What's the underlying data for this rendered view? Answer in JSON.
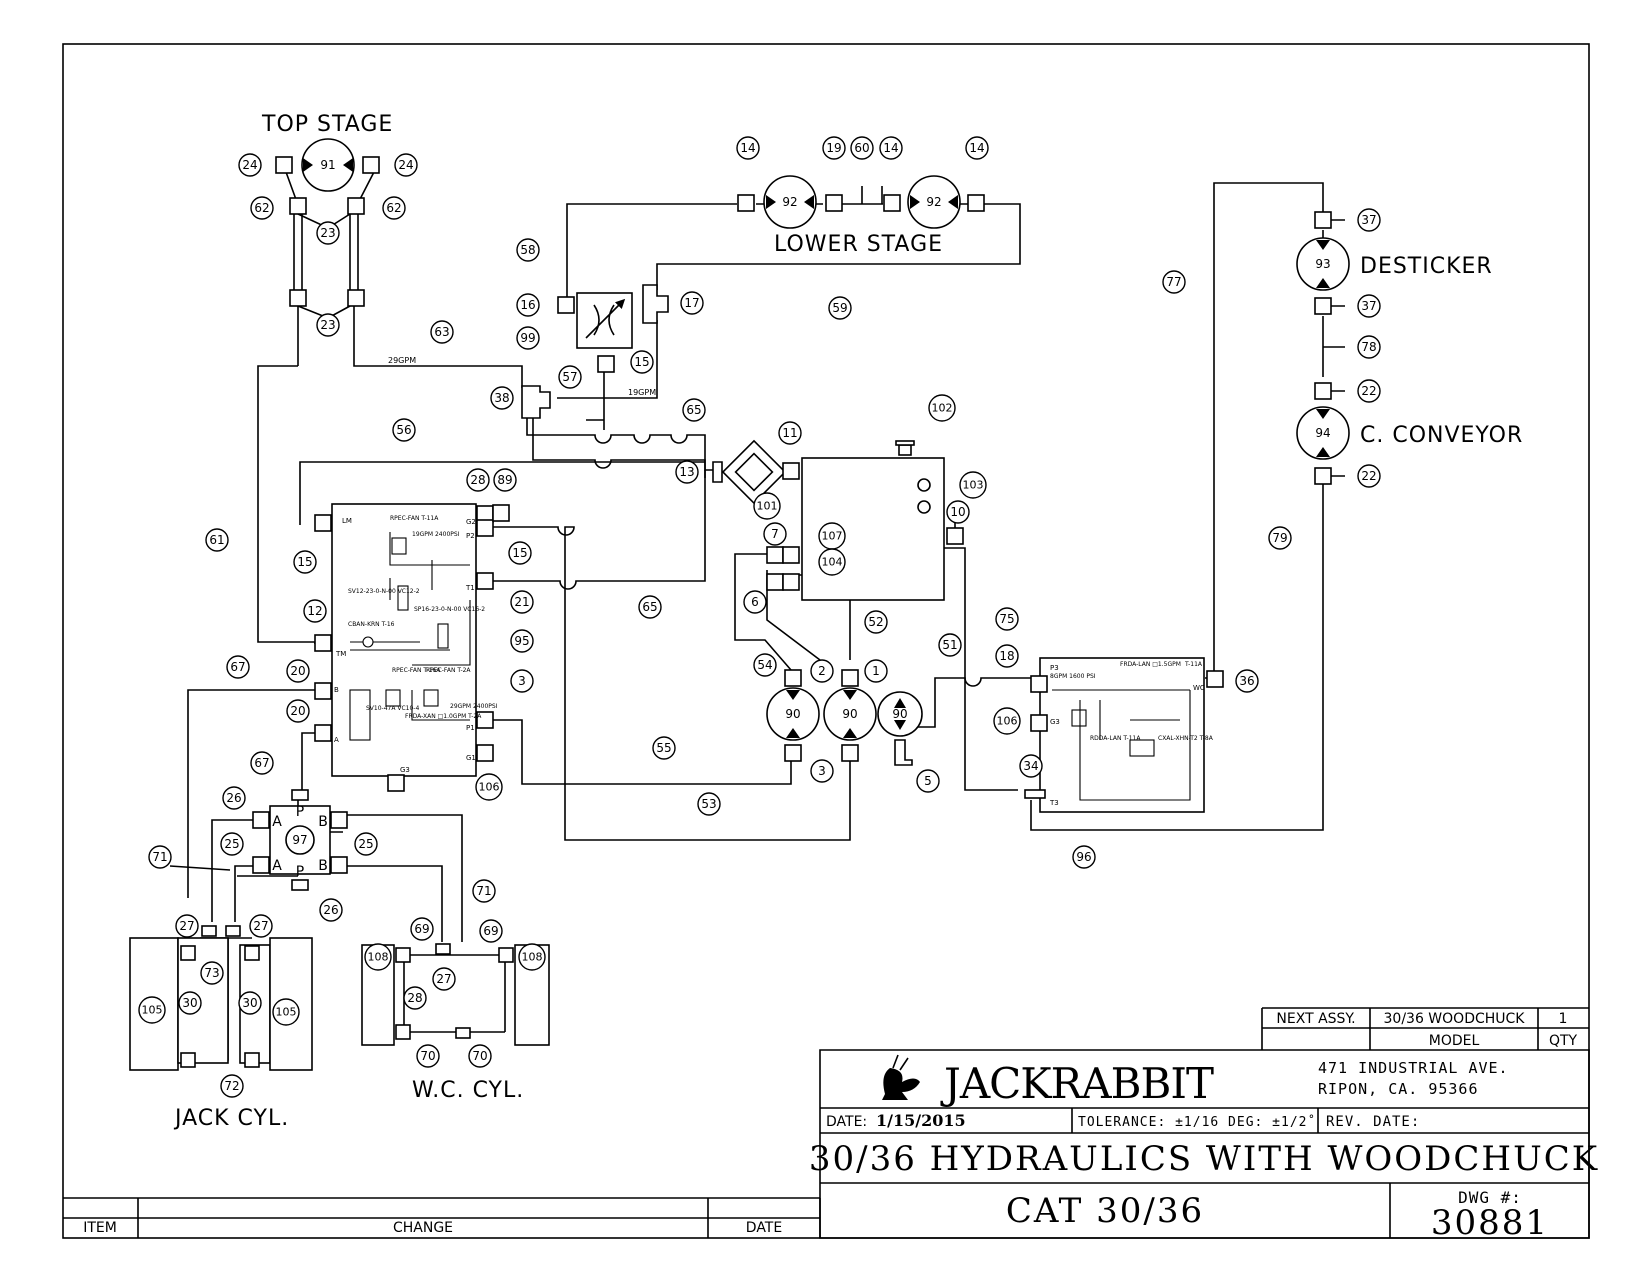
{
  "labels": {
    "top_stage": "TOP STAGE",
    "lower_stage": "LOWER STAGE",
    "desticker": "DESTICKER",
    "c_conveyor": "C. CONVEYOR",
    "jack_cyl": "JACK CYL.",
    "wc_cyl": "W.C. CYL."
  },
  "flow_notes": {
    "gpm29": "29GPM",
    "gpm19": "19GPM"
  },
  "title_block": {
    "model_value": "30/36 WOODCHUCK",
    "qty_value": "1",
    "next_assy": "NEXT ASSY.",
    "model": "MODEL",
    "qty": "QTY",
    "company": "JACKRABBIT",
    "address1": "471 INDUSTRIAL AVE.",
    "address2": "RIPON, CA. 95366",
    "date_label": "DATE:",
    "date_value": "1/15/2015",
    "tolerance": "TOLERANCE: ±1/16 DEG: ±1/2˚",
    "rev_date": "REV. DATE:",
    "title": "30/36 HYDRAULICS WITH WOODCHUCK",
    "subtitle": "CAT 30/36",
    "dwg_label": "DWG #:",
    "dwg_number": "30881"
  },
  "revision_block": {
    "item": "ITEM",
    "change": "CHANGE",
    "date": "DATE"
  },
  "valve_block_left": {
    "ports": [
      "LM",
      "G2",
      "P2",
      "T1",
      "TM",
      "B",
      "A",
      "P1",
      "G1",
      "G3"
    ],
    "notes": [
      "RPEC-FAN T-11A",
      "19GPM 2400PSI",
      "SV12-23-0-N-00 VC12-2",
      "SP16-23-0-N-00 VC16-2",
      "CBAN-KRN T-16",
      "RPEC-FAN T-16A",
      "RPEC-FAN T-2A",
      "SV10-47A VC10-4",
      "FRDA-XAN □1.0GPM T-2A",
      "29GPM 2400PSI"
    ]
  },
  "valve_block_right": {
    "ports": [
      "P3",
      "G3",
      "WC",
      "T3"
    ],
    "notes": [
      "8GPM 1600 PSI",
      "FRDA-LAN □1.5GPM",
      "T-11A",
      "RDDA-LAN T-11A",
      "CXAL-XHN-T2 T-8A"
    ]
  },
  "cylinder_ports": {
    "top": [
      "A",
      "P",
      "B"
    ],
    "bottom": [
      "A",
      "P",
      "B"
    ]
  },
  "components": {
    "m91": "91",
    "m92a": "92",
    "m92b": "92",
    "m93": "93",
    "m94": "94",
    "m97": "97",
    "p90a": "90",
    "p90b": "90",
    "p90c": "90"
  },
  "callouts": [
    {
      "id": "24a",
      "n": "24"
    },
    {
      "id": "24b",
      "n": "24"
    },
    {
      "id": "62a",
      "n": "62"
    },
    {
      "id": "62b",
      "n": "62"
    },
    {
      "id": "23a",
      "n": "23"
    },
    {
      "id": "23b",
      "n": "23"
    },
    {
      "id": "14a",
      "n": "14"
    },
    {
      "id": "19",
      "n": "19"
    },
    {
      "id": "60",
      "n": "60"
    },
    {
      "id": "14b",
      "n": "14"
    },
    {
      "id": "14c",
      "n": "14"
    },
    {
      "id": "58",
      "n": "58"
    },
    {
      "id": "59",
      "n": "59"
    },
    {
      "id": "16",
      "n": "16"
    },
    {
      "id": "17",
      "n": "17"
    },
    {
      "id": "99",
      "n": "99"
    },
    {
      "id": "63",
      "n": "63"
    },
    {
      "id": "15a",
      "n": "15"
    },
    {
      "id": "38",
      "n": "38"
    },
    {
      "id": "57",
      "n": "57"
    },
    {
      "id": "65a",
      "n": "65"
    },
    {
      "id": "102",
      "n": "102"
    },
    {
      "id": "11",
      "n": "11"
    },
    {
      "id": "13",
      "n": "13"
    },
    {
      "id": "101",
      "n": "101"
    },
    {
      "id": "103",
      "n": "103"
    },
    {
      "id": "56",
      "n": "56"
    },
    {
      "id": "28a",
      "n": "28"
    },
    {
      "id": "89",
      "n": "89"
    },
    {
      "id": "15b",
      "n": "15"
    },
    {
      "id": "15c",
      "n": "15"
    },
    {
      "id": "21",
      "n": "21"
    },
    {
      "id": "65b",
      "n": "65"
    },
    {
      "id": "61",
      "n": "61"
    },
    {
      "id": "12",
      "n": "12"
    },
    {
      "id": "95",
      "n": "95"
    },
    {
      "id": "7",
      "n": "7"
    },
    {
      "id": "107",
      "n": "107"
    },
    {
      "id": "104",
      "n": "104"
    },
    {
      "id": "6",
      "n": "6"
    },
    {
      "id": "10",
      "n": "10"
    },
    {
      "id": "75",
      "n": "75"
    },
    {
      "id": "52",
      "n": "52"
    },
    {
      "id": "54",
      "n": "54"
    },
    {
      "id": "2",
      "n": "2"
    },
    {
      "id": "1",
      "n": "1"
    },
    {
      "id": "51",
      "n": "51"
    },
    {
      "id": "18",
      "n": "18"
    },
    {
      "id": "36",
      "n": "36"
    },
    {
      "id": "106a",
      "n": "106"
    },
    {
      "id": "34",
      "n": "34"
    },
    {
      "id": "96",
      "n": "96"
    },
    {
      "id": "67a",
      "n": "67"
    },
    {
      "id": "20a",
      "n": "20"
    },
    {
      "id": "20b",
      "n": "20"
    },
    {
      "id": "3a",
      "n": "3"
    },
    {
      "id": "3b",
      "n": "3"
    },
    {
      "id": "5",
      "n": "5"
    },
    {
      "id": "55",
      "n": "55"
    },
    {
      "id": "106b",
      "n": "106"
    },
    {
      "id": "67b",
      "n": "67"
    },
    {
      "id": "26a",
      "n": "26"
    },
    {
      "id": "53",
      "n": "53"
    },
    {
      "id": "25a",
      "n": "25"
    },
    {
      "id": "25b",
      "n": "25"
    },
    {
      "id": "71a",
      "n": "71"
    },
    {
      "id": "71b",
      "n": "71"
    },
    {
      "id": "26b",
      "n": "26"
    },
    {
      "id": "27a",
      "n": "27"
    },
    {
      "id": "27b",
      "n": "27"
    },
    {
      "id": "73",
      "n": "73"
    },
    {
      "id": "69a",
      "n": "69"
    },
    {
      "id": "69b",
      "n": "69"
    },
    {
      "id": "108a",
      "n": "108"
    },
    {
      "id": "108b",
      "n": "108"
    },
    {
      "id": "27c",
      "n": "27"
    },
    {
      "id": "28b",
      "n": "28"
    },
    {
      "id": "105a",
      "n": "105"
    },
    {
      "id": "30a",
      "n": "30"
    },
    {
      "id": "30b",
      "n": "30"
    },
    {
      "id": "105b",
      "n": "105"
    },
    {
      "id": "72",
      "n": "72"
    },
    {
      "id": "70a",
      "n": "70"
    },
    {
      "id": "70b",
      "n": "70"
    },
    {
      "id": "37a",
      "n": "37"
    },
    {
      "id": "37b",
      "n": "37"
    },
    {
      "id": "77",
      "n": "77"
    },
    {
      "id": "78",
      "n": "78"
    },
    {
      "id": "22a",
      "n": "22"
    },
    {
      "id": "22b",
      "n": "22"
    },
    {
      "id": "79",
      "n": "79"
    }
  ]
}
